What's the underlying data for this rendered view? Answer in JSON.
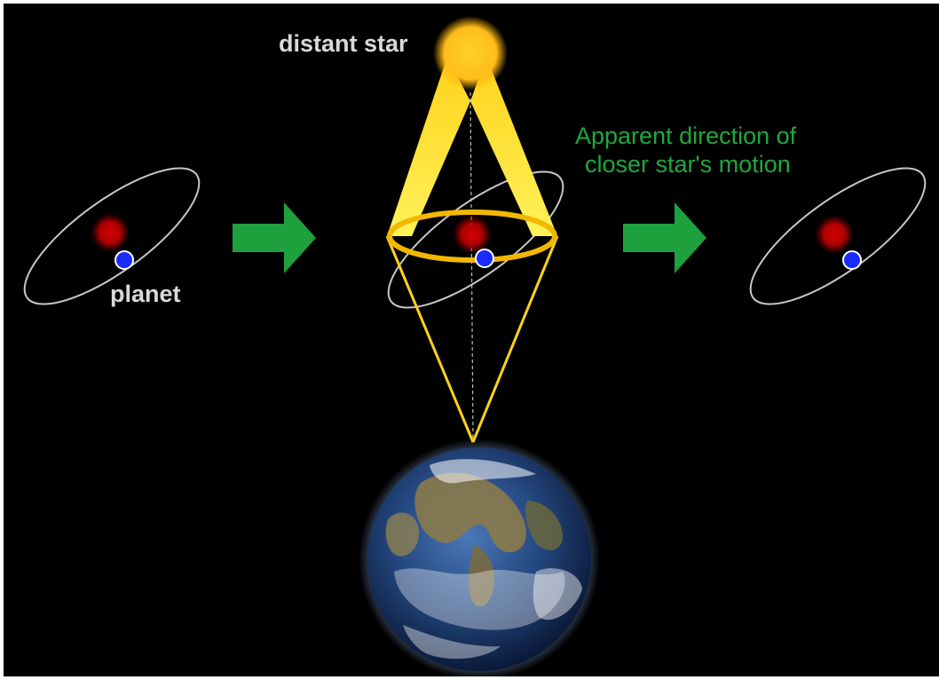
{
  "labels": {
    "distant_star": "distant star",
    "planet": "planet",
    "apparent_direction_line1": "Apparent direction of",
    "apparent_direction_line2": "closer star's motion"
  },
  "colors": {
    "background": "#000000",
    "orbit": "#c8c8c8",
    "closer_star": "#d40000",
    "planet": "#1a2bff",
    "distant_star": "#ffc21a",
    "beam": "#ffe21a",
    "apparent_ring": "#f2b800",
    "arrow": "#1ea03c",
    "label_gray": "#d9d9d9",
    "label_green": "#1fa83c"
  },
  "icons": {
    "motion_arrow": "right-arrow-icon",
    "observer": "earth-globe-icon",
    "distant_star": "glowing-sun-icon"
  }
}
